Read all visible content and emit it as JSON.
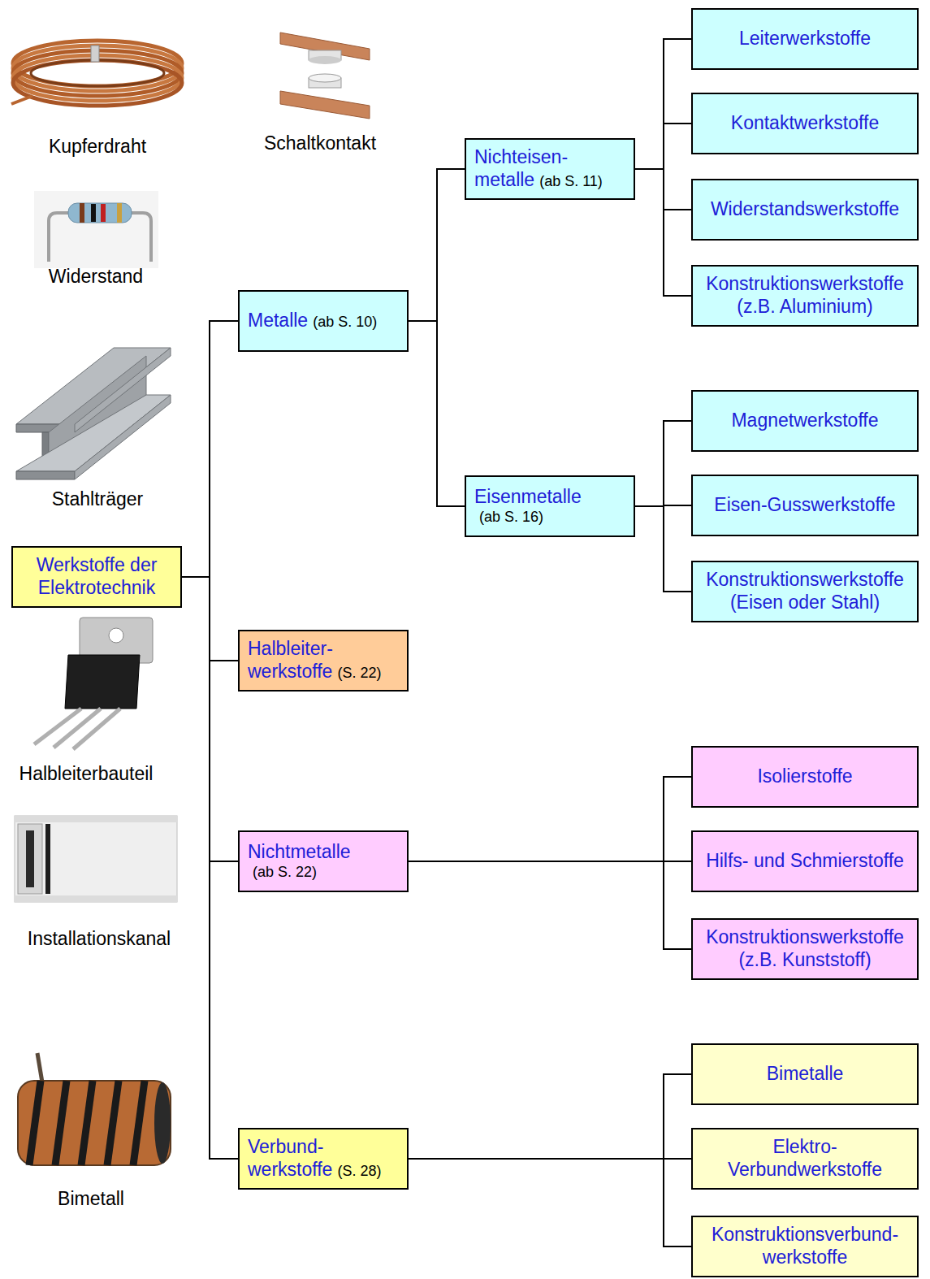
{
  "diagram": {
    "nodes": [
      {
        "text": [
          "Werkstoffe der Elektrotechnik"
        ]
      },
      {
        "text": [
          "Metalle",
          "(ab S. 10)"
        ]
      },
      {
        "text": [
          "Nichteisen- metalle",
          "(ab S. 11)"
        ]
      },
      {
        "text": [
          "Leiterwerkstoffe"
        ]
      },
      {
        "text": [
          "Kontaktwerkstoffe"
        ]
      },
      {
        "text": [
          "Widerstandswerkstoffe"
        ]
      },
      {
        "text": [
          "Konstruktionswerkstoffe (z.B. Aluminium)"
        ]
      },
      {
        "text": [
          "Eisenmetalle",
          "(ab S. 16)"
        ]
      },
      {
        "text": [
          "Magnetwerkstoffe"
        ]
      },
      {
        "text": [
          "Eisen-Gusswerkstoffe"
        ]
      },
      {
        "text": [
          "Konstruktionswerkstoffe (Eisen oder Stahl)"
        ]
      },
      {
        "text": [
          "Halbleiter- werkstoffe",
          "(S. 22)"
        ]
      },
      {
        "text": [
          "Nichtmetalle",
          "(ab S. 22)"
        ]
      },
      {
        "text": [
          "Isolierstoffe"
        ]
      },
      {
        "text": [
          "Hilfs- und Schmierstoffe"
        ]
      },
      {
        "text": [
          "Konstruktionswerkstoffe (z.B. Kunststoff)"
        ]
      },
      {
        "text": [
          "Verbund- werkstoffe",
          "(S. 28)"
        ]
      },
      {
        "text": [
          "Bimetalle"
        ]
      },
      {
        "text": [
          "Elektro- Verbundwerkstoffe"
        ]
      },
      {
        "text": [
          "Konstruktionsverbund- werkstoffe"
        ]
      }
    ],
    "edges": [
      {
        "from": 0,
        "to": 1,
        "arrow": "none"
      },
      {
        "from": 0,
        "to": 11,
        "arrow": "none"
      },
      {
        "from": 0,
        "to": 12,
        "arrow": "none"
      },
      {
        "from": 0,
        "to": 16,
        "arrow": "none"
      },
      {
        "from": 1,
        "to": 2,
        "arrow": "none"
      },
      {
        "from": 1,
        "to": 7,
        "arrow": "none"
      },
      {
        "from": 2,
        "to": 3,
        "arrow": "none"
      },
      {
        "from": 2,
        "to": 4,
        "arrow": "none"
      },
      {
        "from": 2,
        "to": 5,
        "arrow": "none"
      },
      {
        "from": 2,
        "to": 6,
        "arrow": "none"
      },
      {
        "from": 7,
        "to": 8,
        "arrow": "none"
      },
      {
        "from": 7,
        "to": 9,
        "arrow": "none"
      },
      {
        "from": 7,
        "to": 10,
        "arrow": "none"
      },
      {
        "from": 12,
        "to": 13,
        "arrow": "none"
      },
      {
        "from": 12,
        "to": 14,
        "arrow": "none"
      },
      {
        "from": 12,
        "to": 15,
        "arrow": "none"
      },
      {
        "from": 16,
        "to": 17,
        "arrow": "none"
      },
      {
        "from": 16,
        "to": 18,
        "arrow": "none"
      },
      {
        "from": 16,
        "to": 19,
        "arrow": "none"
      }
    ],
    "labels": [
      "Kupferdraht",
      "Schaltkontakt",
      "Widerstand",
      "Stahlträger",
      "Halbleiterbauteil",
      "Installationskanal",
      "Bimetall"
    ]
  }
}
